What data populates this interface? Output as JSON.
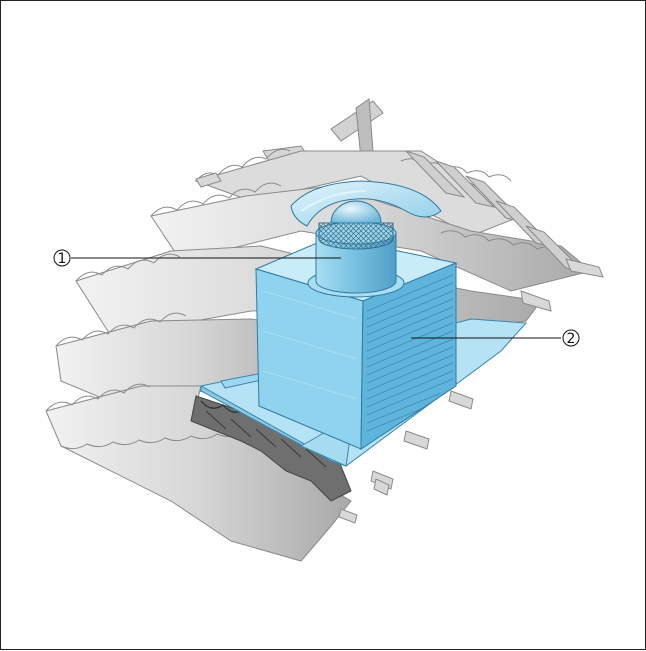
{
  "callouts": [
    {
      "id": "1",
      "label": "①"
    },
    {
      "id": "2",
      "label": "②"
    }
  ],
  "colors": {
    "tile_light": "#e6e6e6",
    "tile_mid": "#c9c9c9",
    "tile_dark": "#9a9a9a",
    "box_front": "#8fd3ee",
    "box_side": "#5fb4dc",
    "box_top": "#c8ecf8",
    "flashing": "#b5e2f4",
    "pipe": "#7cc3e2",
    "underlay": "#6f6f6f"
  }
}
